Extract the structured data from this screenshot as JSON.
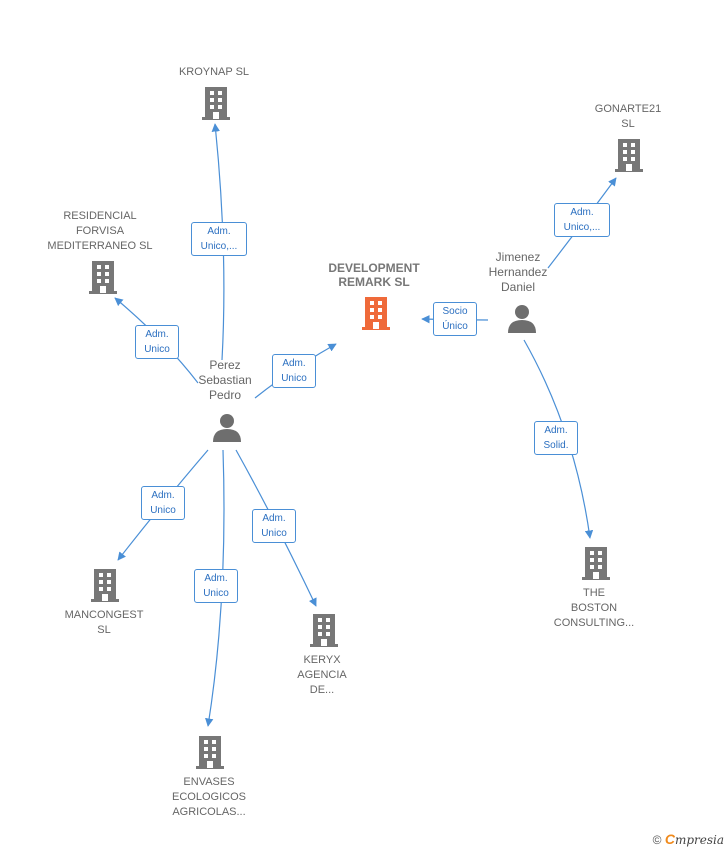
{
  "nodes": {
    "kroynap": "KROYNAP SL",
    "residencial": [
      "RESIDENCIAL",
      "FORVISA",
      "MEDITERRANEO SL"
    ],
    "development": [
      "DEVELOPMENT",
      "REMARK  SL"
    ],
    "gonarte": [
      "GONARTE21",
      "SL"
    ],
    "jimenez": [
      "Jimenez",
      "Hernandez",
      "Daniel"
    ],
    "perez": [
      "Perez",
      "Sebastian",
      "Pedro"
    ],
    "mancongest": [
      "MANCONGEST",
      "SL"
    ],
    "keryx": [
      "KERYX",
      "AGENCIA",
      "DE..."
    ],
    "envases": [
      "ENVASES",
      "ECOLOGICOS",
      "AGRICOLAS..."
    ],
    "boston": [
      "THE",
      "BOSTON",
      "CONSULTING..."
    ]
  },
  "edges": {
    "perez_kroynap": [
      "Adm.",
      "Unico,..."
    ],
    "perez_residencial": [
      "Adm.",
      "Unico"
    ],
    "perez_development": [
      "Adm.",
      "Unico"
    ],
    "perez_mancongest": [
      "Adm.",
      "Unico"
    ],
    "perez_envases": [
      "Adm.",
      "Unico"
    ],
    "perez_keryx": [
      "Adm.",
      "Unico"
    ],
    "jimenez_gonarte": [
      "Adm.",
      "Unico,..."
    ],
    "jimenez_development": [
      "Socio",
      "Único"
    ],
    "jimenez_boston": [
      "Adm.",
      "Solid."
    ]
  },
  "colors": {
    "edge": "#4a8fd6",
    "building_grey": "#777777",
    "building_main": "#ef6a3a",
    "person_grey": "#6e6e6e"
  },
  "footer": {
    "copyright": "©",
    "brand_initial": "C",
    "brand_rest": "mpresia"
  }
}
